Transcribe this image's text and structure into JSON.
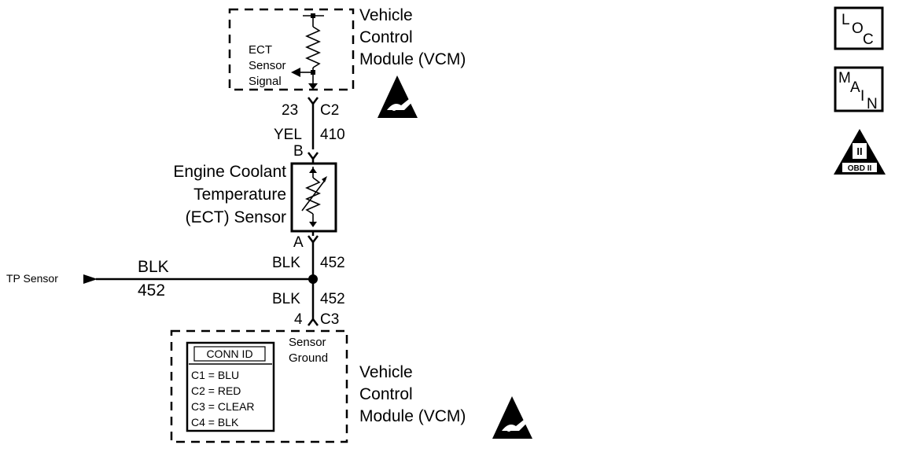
{
  "vcm_top": {
    "title_line1": "Vehicle",
    "title_line2": "Control",
    "title_line3": "Module (VCM)",
    "signal_line1": "ECT",
    "signal_line2": "Sensor",
    "signal_line3": "Signal"
  },
  "connector_c2": {
    "pin": "23",
    "name": "C2"
  },
  "wire_top": {
    "color": "YEL",
    "circuit": "410"
  },
  "ect_sensor": {
    "pin_b": "B",
    "pin_a": "A",
    "name_line1": "Engine Coolant",
    "name_line2": "Temperature",
    "name_line3": "(ECT) Sensor"
  },
  "wire_mid": {
    "color": "BLK",
    "circuit": "452"
  },
  "tp_branch": {
    "label": "TP Sensor",
    "color": "BLK",
    "circuit": "452"
  },
  "wire_bottom": {
    "color": "BLK",
    "circuit": "452"
  },
  "connector_c3": {
    "pin": "4",
    "name": "C3"
  },
  "vcm_bottom": {
    "ground_line1": "Sensor",
    "ground_line2": "Ground",
    "title_line1": "Vehicle",
    "title_line2": "Control",
    "title_line3": "Module (VCM)"
  },
  "conn_id": {
    "header": "CONN ID",
    "rows": [
      "C1 = BLU",
      "C2 = RED",
      "C3 = CLEAR",
      "C4 = BLK"
    ]
  },
  "side_icons": {
    "loc": [
      "L",
      "O",
      "C"
    ],
    "main": [
      "M",
      "A",
      "I",
      "N"
    ],
    "obd_top": "II",
    "obd_bottom": "OBD II"
  },
  "icons": {
    "esd_top": "esd-hand-triangle-icon",
    "esd_bottom": "esd-hand-triangle-icon",
    "loc": "loc-button-icon",
    "main": "main-button-icon",
    "obd": "obd-ii-triangle-icon"
  }
}
